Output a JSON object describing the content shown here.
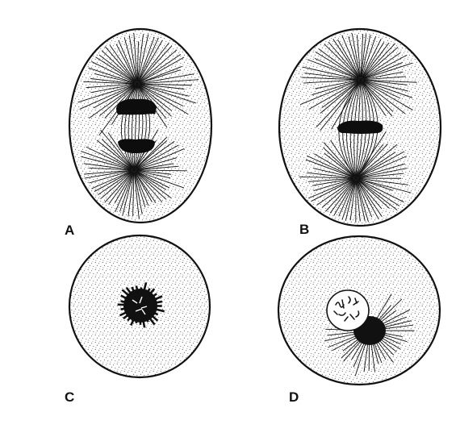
{
  "labels": {
    "a": "A",
    "b": "B",
    "c": "C",
    "d": "D"
  },
  "colors": {
    "outline": "#111111",
    "stipple": "#3a3a3a",
    "chromosome": "#0d0d0d",
    "background": "#ffffff"
  }
}
